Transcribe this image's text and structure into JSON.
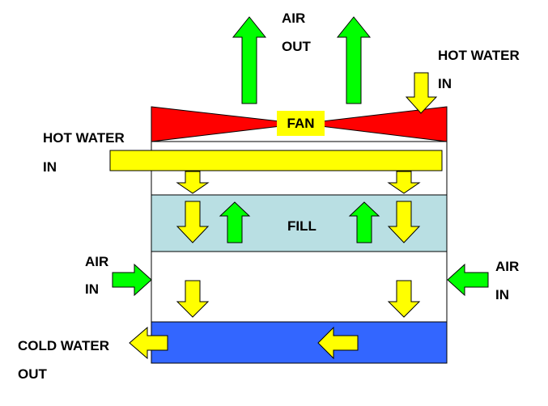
{
  "labels": {
    "air_out_1": "AIR",
    "air_out_2": "OUT",
    "hot_water_right_1": "HOT WATER",
    "hot_water_right_2": "IN",
    "hot_water_left_1": "HOT WATER",
    "hot_water_left_2": "IN",
    "fan": "FAN",
    "fill": "FILL",
    "air_in_left_1": "AIR",
    "air_in_left_2": "IN",
    "air_in_right_1": "AIR",
    "air_in_right_2": "IN",
    "cold_water_1": "COLD WATER",
    "cold_water_2": "OUT"
  },
  "colors": {
    "fan": "#ff0000",
    "water": "#ffff00",
    "air": "#00ff00",
    "fill": "#b9dfe3",
    "basin": "#3366ff",
    "outline": "#000000"
  },
  "icons": {
    "air_arrow": "green-arrow-icon",
    "water_arrow": "yellow-arrow-icon"
  }
}
